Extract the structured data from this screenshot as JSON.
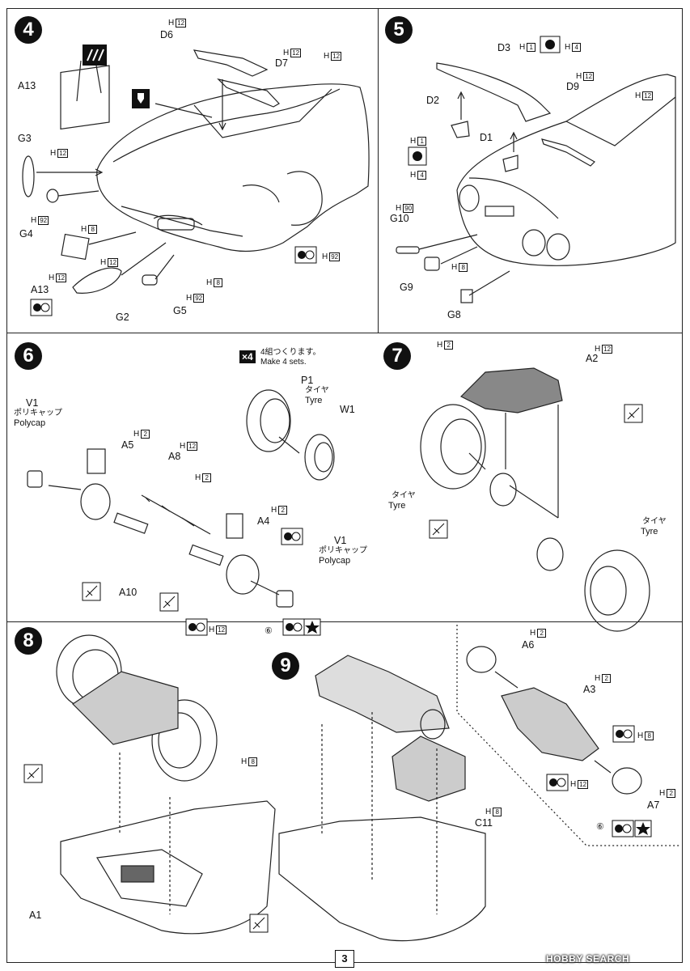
{
  "page_number": "3",
  "watermark": "HOBBY SEARCH",
  "steps": [
    {
      "number": "4"
    },
    {
      "number": "5"
    },
    {
      "number": "6"
    },
    {
      "number": "7"
    },
    {
      "number": "8"
    },
    {
      "number": "9"
    }
  ],
  "step4": {
    "parts": [
      "D6",
      "D7",
      "A13",
      "G3",
      "G4",
      "A13",
      "G2",
      "G5"
    ],
    "colors": {
      "h12": "H",
      "h12n": "12",
      "h92n": "92",
      "h8n": "8"
    }
  },
  "step5": {
    "parts": [
      "D3",
      "D9",
      "D2",
      "D1",
      "G10",
      "G9",
      "G8"
    ],
    "codes": {
      "h1n": "1",
      "h4n": "4",
      "h90n": "90",
      "h12n": "12",
      "h8n": "8"
    }
  },
  "step6": {
    "make_sets_jp": "4組つくります。",
    "make_sets_en": "Make 4 sets.",
    "multiplier": "×4",
    "tyre_jp": "タイヤ",
    "tyre_en": "Tyre",
    "polycap_jp": "ポリキャップ",
    "polycap_en": "Polycap",
    "parts": {
      "v1": "V1",
      "a5": "A5",
      "a8": "A8",
      "a4": "A4",
      "a10": "A10",
      "p1": "P1",
      "w1": "W1",
      "v1b": "V1"
    },
    "circled6": "⑥"
  },
  "step7": {
    "a2": "A2",
    "tyre_jp": "タイヤ",
    "tyre_en": "Tyre"
  },
  "step8": {
    "a1": "A1"
  },
  "step9": {
    "a6": "A6",
    "a3": "A3",
    "a7": "A7",
    "c11": "C11",
    "circled6": "⑥"
  },
  "code_letter": "H"
}
